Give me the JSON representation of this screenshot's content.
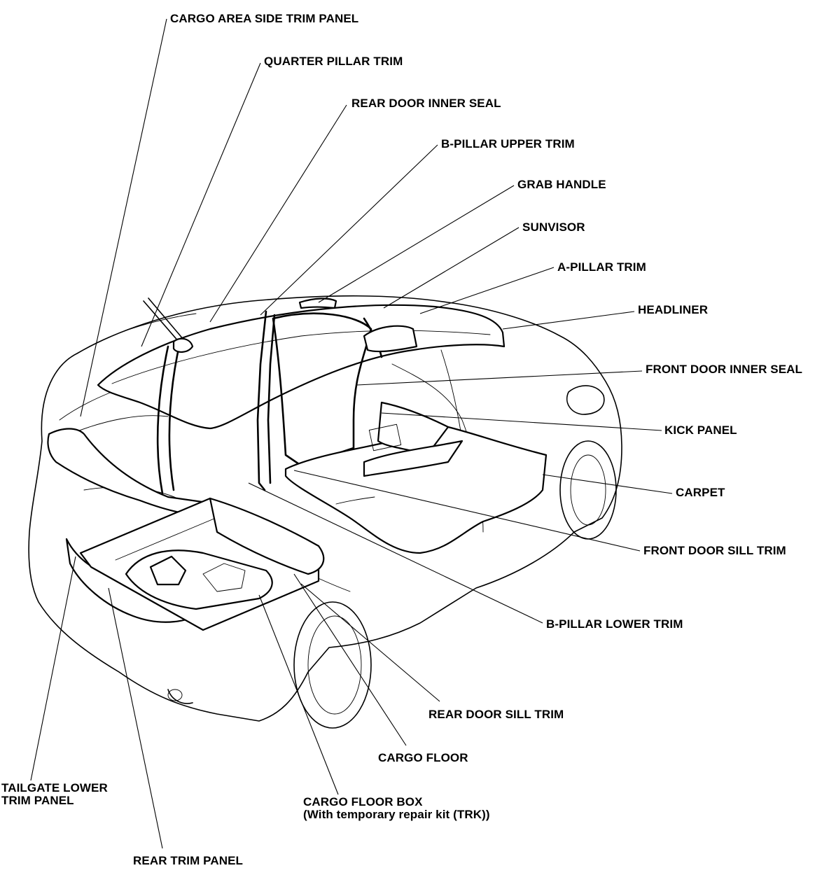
{
  "diagram": {
    "labels": {
      "cargo_area_side_trim_panel": "CARGO AREA SIDE TRIM PANEL",
      "quarter_pillar_trim": "QUARTER PILLAR TRIM",
      "rear_door_inner_seal": "REAR DOOR INNER SEAL",
      "b_pillar_upper_trim": "B-PILLAR UPPER TRIM",
      "grab_handle": "GRAB HANDLE",
      "sunvisor": "SUNVISOR",
      "a_pillar_trim": "A-PILLAR TRIM",
      "headliner": "HEADLINER",
      "front_door_inner_seal": "FRONT DOOR INNER SEAL",
      "kick_panel": "KICK PANEL",
      "carpet": "CARPET",
      "front_door_sill_trim": "FRONT DOOR SILL TRIM",
      "b_pillar_lower_trim": "B-PILLAR LOWER TRIM",
      "rear_door_sill_trim": "REAR DOOR SILL TRIM",
      "cargo_floor": "CARGO FLOOR",
      "tailgate_lower_trim_panel_line1": "TAILGATE LOWER",
      "tailgate_lower_trim_panel_line2": "TRIM PANEL",
      "cargo_floor_box_line1": "CARGO FLOOR BOX",
      "cargo_floor_box_line2": "(With temporary repair kit (TRK))",
      "rear_trim_panel": "REAR TRIM PANEL"
    }
  }
}
